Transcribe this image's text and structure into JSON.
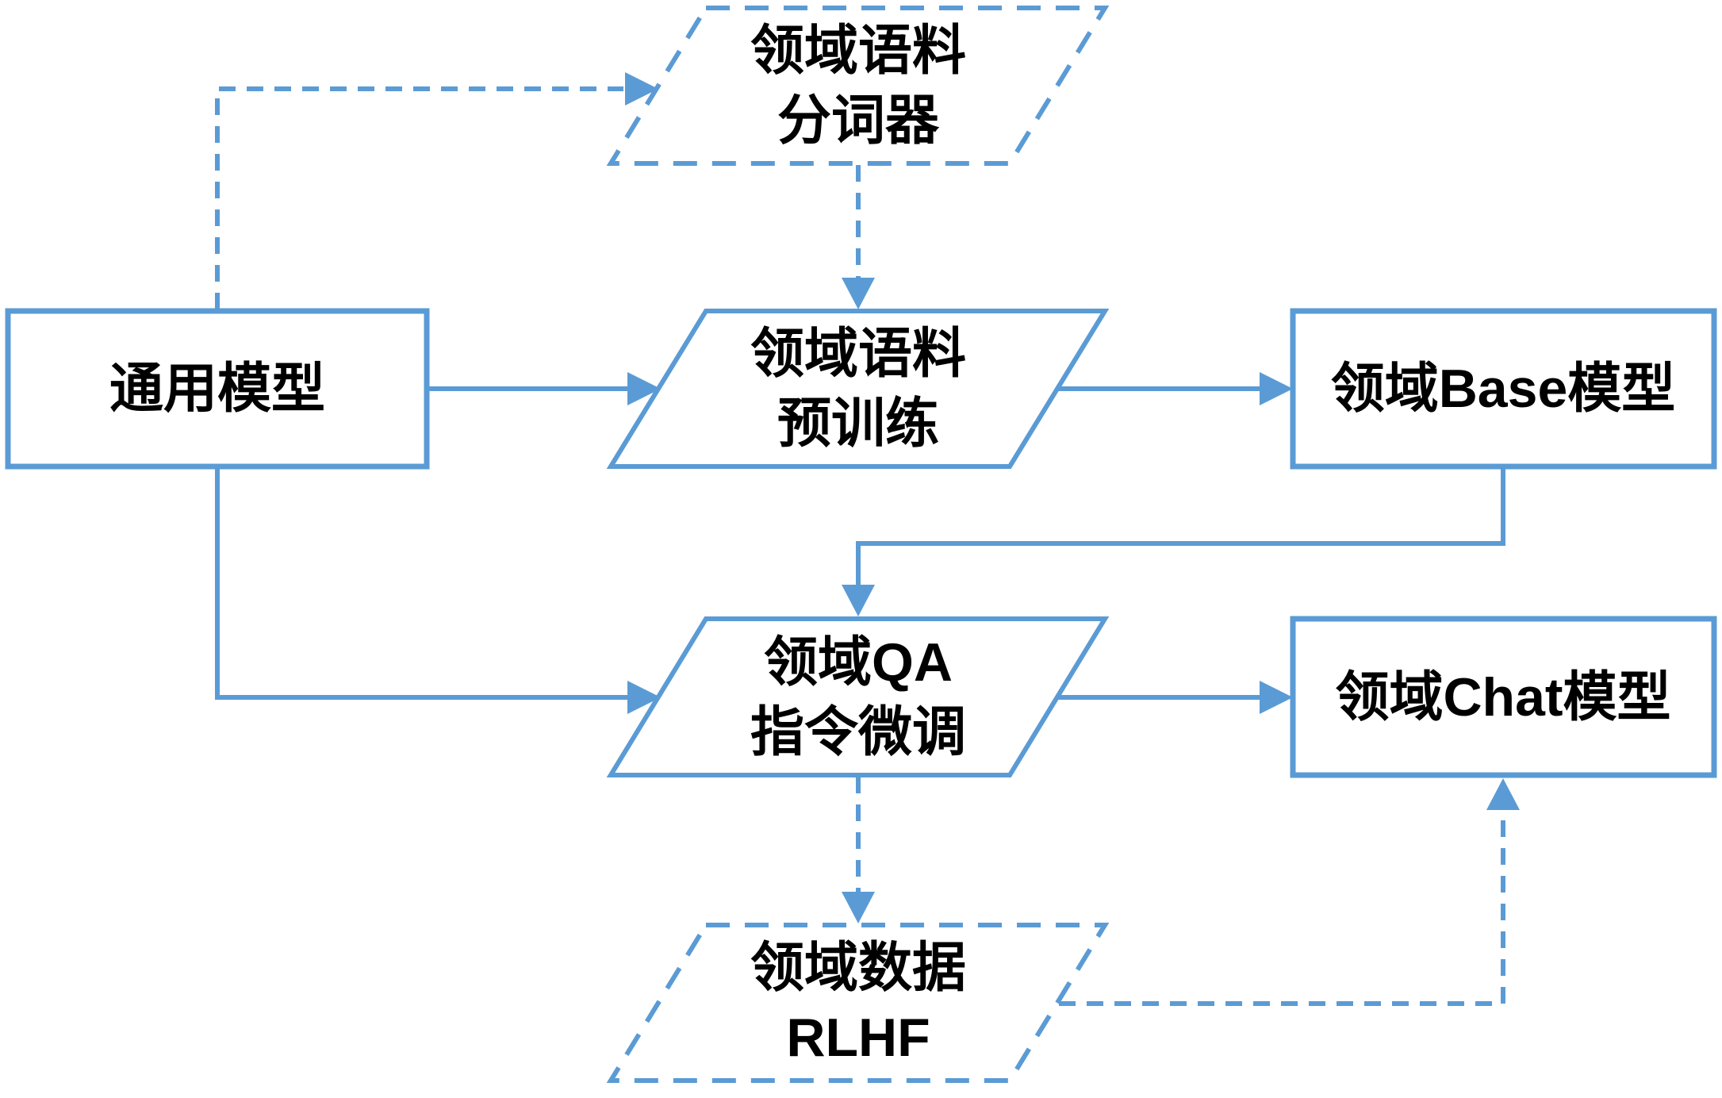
{
  "diagram": {
    "background_color": "#ffffff",
    "line_color": "#5b9bd5",
    "text_color": "#000000",
    "nodes": {
      "general_model": {
        "label": "通用模型",
        "shape": "rectangle",
        "border": "solid"
      },
      "domain_corpus_tokenizer": {
        "line1": "领域语料",
        "line2": "分词器",
        "shape": "parallelogram",
        "border": "dashed"
      },
      "domain_corpus_pretrain": {
        "line1": "领域语料",
        "line2": "预训练",
        "shape": "parallelogram",
        "border": "solid"
      },
      "domain_base_model": {
        "label": "领域Base模型",
        "shape": "rectangle",
        "border": "solid"
      },
      "domain_qa_finetune": {
        "line1": "领域QA",
        "line2": "指令微调",
        "shape": "parallelogram",
        "border": "solid"
      },
      "domain_chat_model": {
        "label": "领域Chat模型",
        "shape": "rectangle",
        "border": "solid"
      },
      "domain_data_rlhf": {
        "line1": "领域数据",
        "line2": "RLHF",
        "shape": "parallelogram",
        "border": "dashed"
      }
    },
    "connectors": [
      {
        "from": "general_model",
        "to": "domain_corpus_tokenizer",
        "style": "dashed"
      },
      {
        "from": "domain_corpus_tokenizer",
        "to": "domain_corpus_pretrain",
        "style": "dashed"
      },
      {
        "from": "general_model",
        "to": "domain_corpus_pretrain",
        "style": "solid"
      },
      {
        "from": "domain_corpus_pretrain",
        "to": "domain_base_model",
        "style": "solid"
      },
      {
        "from": "domain_base_model",
        "to": "domain_qa_finetune",
        "style": "solid"
      },
      {
        "from": "general_model",
        "to": "domain_qa_finetune",
        "style": "solid"
      },
      {
        "from": "domain_qa_finetune",
        "to": "domain_chat_model",
        "style": "solid"
      },
      {
        "from": "domain_qa_finetune",
        "to": "domain_data_rlhf",
        "style": "dashed"
      },
      {
        "from": "domain_data_rlhf",
        "to": "domain_chat_model",
        "style": "dashed"
      }
    ]
  }
}
